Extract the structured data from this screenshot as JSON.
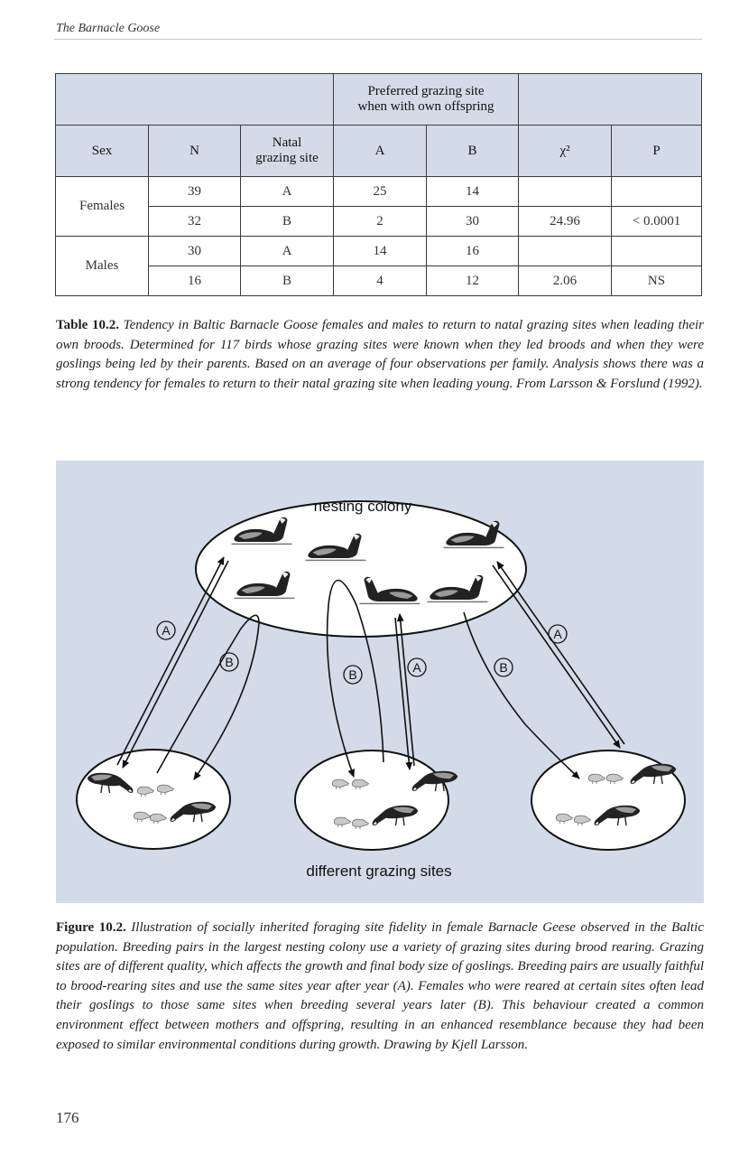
{
  "running_head": "The Barnacle Goose",
  "table": {
    "group_header": [
      "Preferred grazing site",
      "when with own offspring"
    ],
    "columns": {
      "sex": "Sex",
      "n": "N",
      "natal": [
        "Natal",
        "grazing site"
      ],
      "a": "A",
      "b": "B",
      "chi": "χ²",
      "p": "P"
    },
    "rows": [
      {
        "sex": "Females",
        "n": "39",
        "natal": "A",
        "a": "25",
        "b": "14",
        "chi": "",
        "p": ""
      },
      {
        "sex": "",
        "n": "32",
        "natal": "B",
        "a": "2",
        "b": "30",
        "chi": "24.96",
        "p": "< 0.0001"
      },
      {
        "sex": "Males",
        "n": "30",
        "natal": "A",
        "a": "14",
        "b": "16",
        "chi": "",
        "p": ""
      },
      {
        "sex": "",
        "n": "16",
        "natal": "B",
        "a": "4",
        "b": "12",
        "chi": "2.06",
        "p": "NS"
      }
    ]
  },
  "table_caption": {
    "label": "Table 10.2.",
    "text": "Tendency in Baltic Barnacle Goose females and males to return to natal grazing sites when leading their own broods. Determined for 117 birds whose grazing sites were known when they led broods and when they were goslings being led by their parents. Based on an average of four observations per family. Analysis shows there was a strong tendency for females to return to their natal grazing site when leading young. From Larsson & Forslund (1992)."
  },
  "figure": {
    "top_label": "nesting colony",
    "bottom_label": "different grazing sites",
    "marker_a": "A",
    "marker_b": "B"
  },
  "figure_caption": {
    "label": "Figure 10.2.",
    "text": "Illustration of socially inherited foraging site fidelity in female Barnacle Geese observed in the Baltic population. Breeding pairs in the largest nesting colony use a variety of grazing sites during brood rearing. Grazing sites are of different quality, which affects the growth and final body size of goslings. Breeding pairs are usually faithful to brood-rearing sites and use the same sites year after year (A). Females who were reared at certain sites often lead their goslings to those same sites when breeding several years later (B). This behaviour created a common environment effect between mothers and offspring, resulting in an enhanced resemblance because they had been exposed to similar environmental conditions during growth. Drawing by Kjell Larsson."
  },
  "page_number": "176"
}
